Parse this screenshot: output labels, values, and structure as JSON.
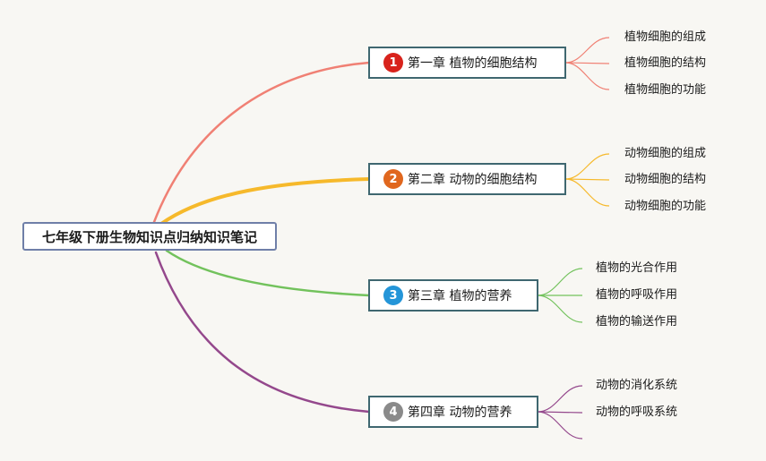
{
  "root": {
    "label": "七年级下册生物知识点归纳知识笔记"
  },
  "chapters": [
    {
      "number": "1",
      "label": "第一章 植物的细胞结构",
      "color": "#f08074",
      "badge_color": "#d8231c",
      "leaves": [
        "植物细胞的组成",
        "植物细胞的结构",
        "植物细胞的功能"
      ]
    },
    {
      "number": "2",
      "label": "第二章 动物的细胞结构",
      "color": "#f6b92b",
      "badge_color": "#e0671e",
      "leaves": [
        "动物细胞的组成",
        "动物细胞的结构",
        "动物细胞的功能"
      ]
    },
    {
      "number": "3",
      "label": "第三章 植物的营养",
      "color": "#72c25c",
      "badge_color": "#2495d8",
      "leaves": [
        "植物的光合作用",
        "植物的呼吸作用",
        "植物的输送作用"
      ]
    },
    {
      "number": "4",
      "label": "第四章 动物的营养",
      "color": "#94488c",
      "badge_color": "#8a8a8a",
      "leaves": [
        "动物的消化系统",
        "动物的呼吸系统",
        ""
      ]
    }
  ]
}
